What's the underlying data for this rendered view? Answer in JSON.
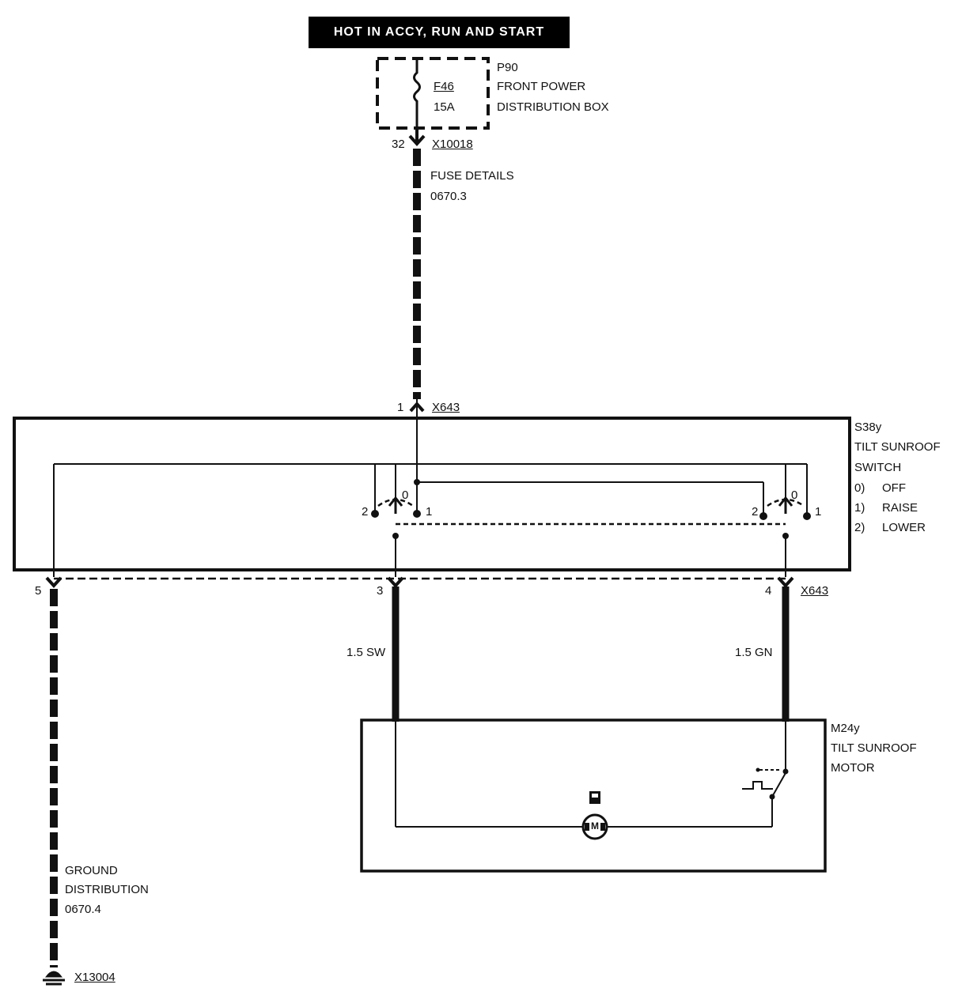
{
  "banner": "HOT IN ACCY, RUN AND START",
  "power_box": {
    "id": "P90",
    "name_line1": "FRONT POWER",
    "name_line2": "DISTRIBUTION BOX",
    "fuse": "F46",
    "rating": "15A",
    "pin": "32",
    "connector": "X10018"
  },
  "fuse_details": {
    "line1": "FUSE DETAILS",
    "line2": "0670.3"
  },
  "switch": {
    "top_pin": "1",
    "connector": "X643",
    "id": "S38y",
    "name_line1": "TILT SUNROOF",
    "name_line2": "SWITCH",
    "positions": [
      {
        "num": "0)",
        "label": "OFF"
      },
      {
        "num": "1)",
        "label": "RAISE"
      },
      {
        "num": "2)",
        "label": "LOWER"
      }
    ],
    "left_contacts": {
      "pos2": "2",
      "pos0": "0",
      "pos1": "1"
    },
    "right_contacts": {
      "pos2": "2",
      "pos0": "0",
      "pos1": "1"
    },
    "bottom_pins": {
      "ground": "5",
      "left": "3",
      "right": "4"
    },
    "bottom_connector": "X643"
  },
  "wires": {
    "left": "1.5 SW",
    "right": "1.5 GN"
  },
  "motor": {
    "id": "M24y",
    "name_line1": "TILT SUNROOF",
    "name_line2": "MOTOR",
    "symbol": "M"
  },
  "ground": {
    "line1": "GROUND",
    "line2": "DISTRIBUTION",
    "line3": "0670.4",
    "connector": "X13004"
  },
  "colors": {
    "ink": "#111111",
    "banner_bg": "#000000",
    "banner_text": "#ffffff"
  }
}
